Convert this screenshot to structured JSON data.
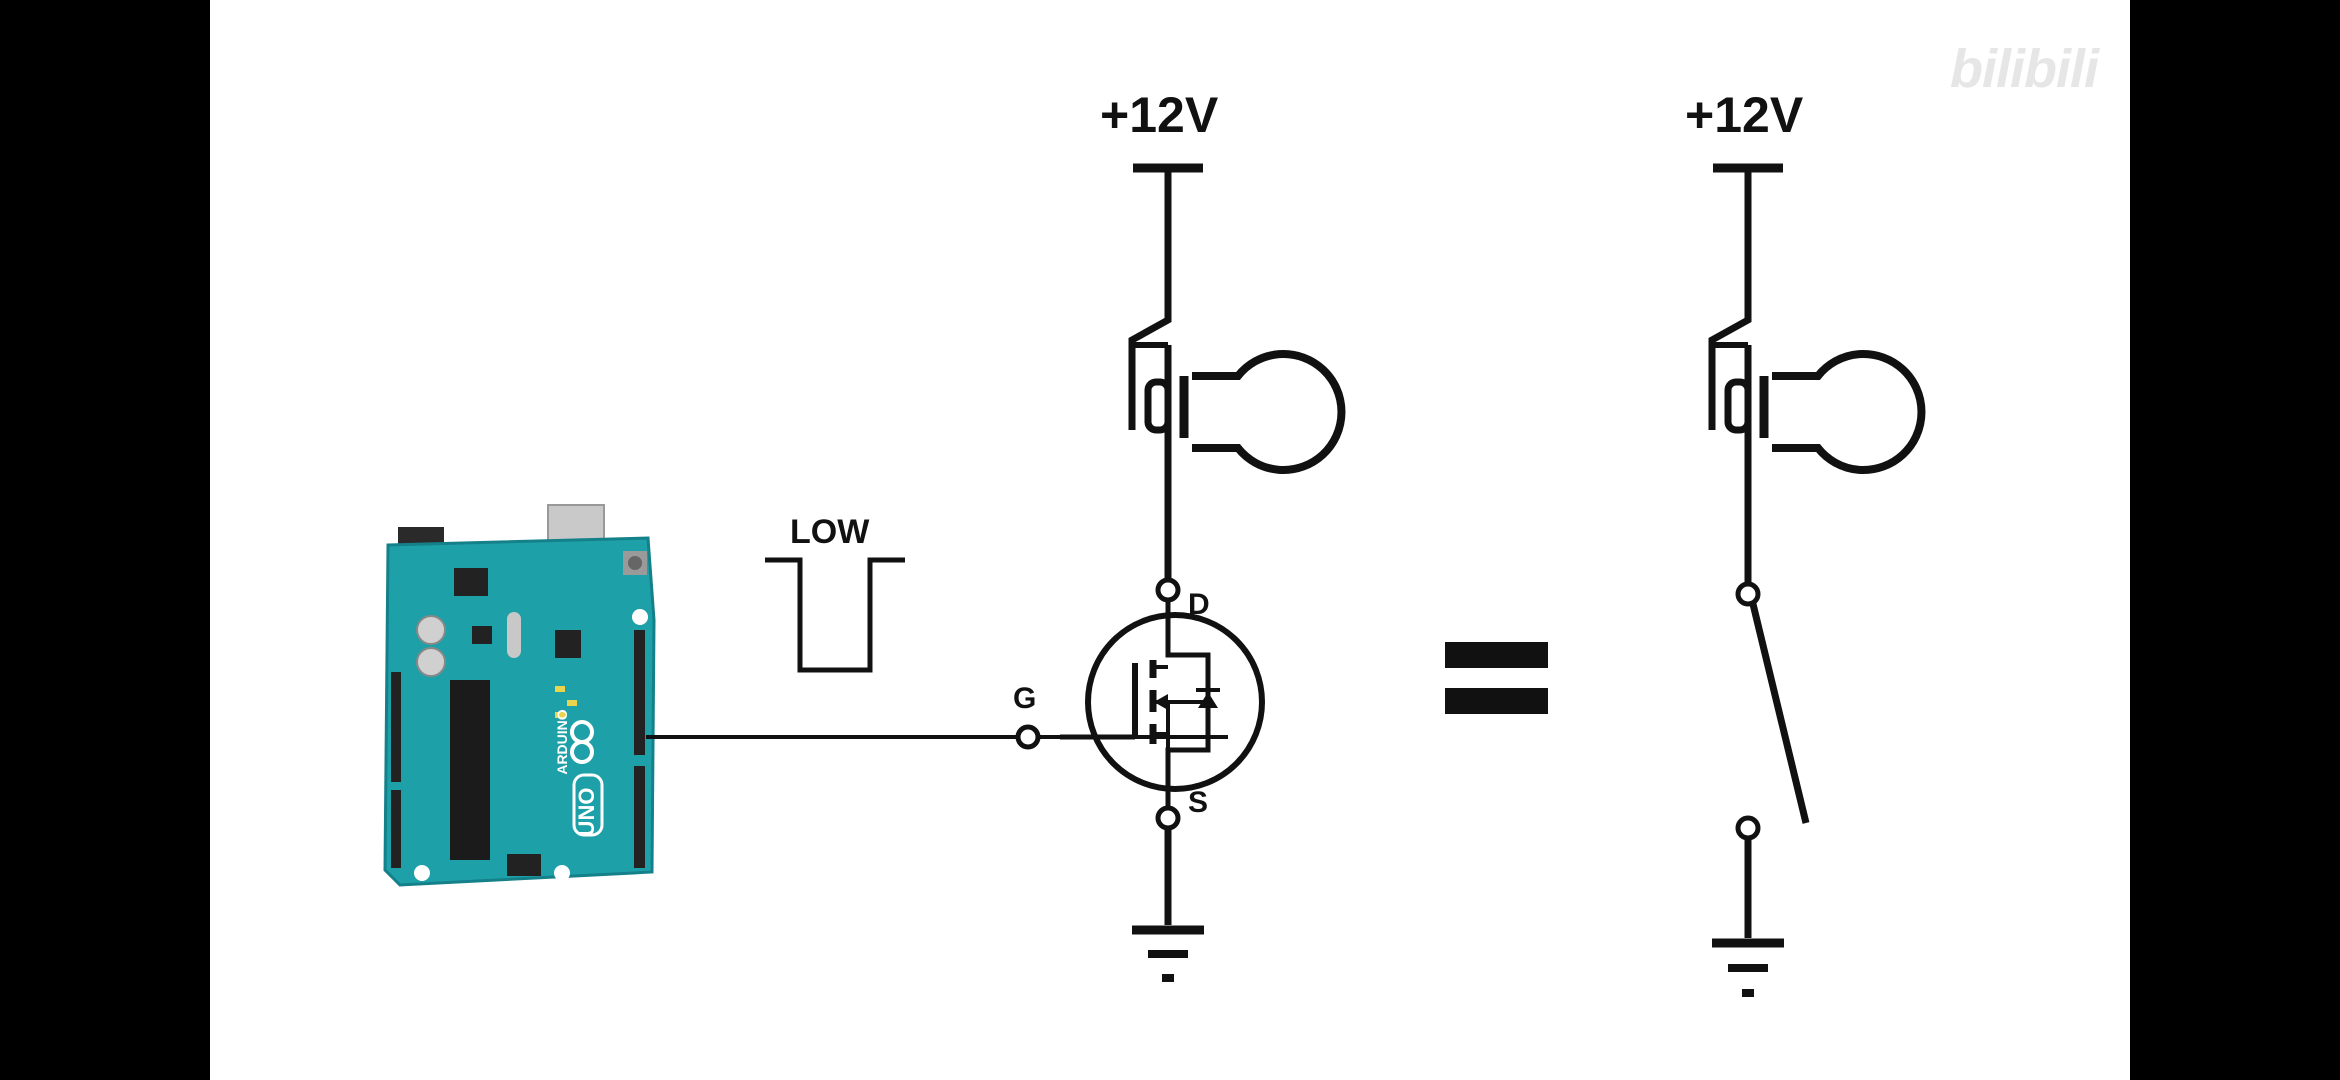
{
  "watermark": "bilibili",
  "mosfet_circuit": {
    "supply_label": "+12V",
    "pin_drain": "D",
    "pin_gate": "G",
    "pin_source": "S"
  },
  "signal": {
    "label": "LOW"
  },
  "switch_circuit": {
    "supply_label": "+12V"
  },
  "arduino": {
    "board_name": "UNO",
    "brand": "ARDUINO"
  },
  "colors": {
    "board": "#1ea0a8",
    "board_dark": "#14808a",
    "line": "#111111",
    "background": "#ffffff"
  }
}
